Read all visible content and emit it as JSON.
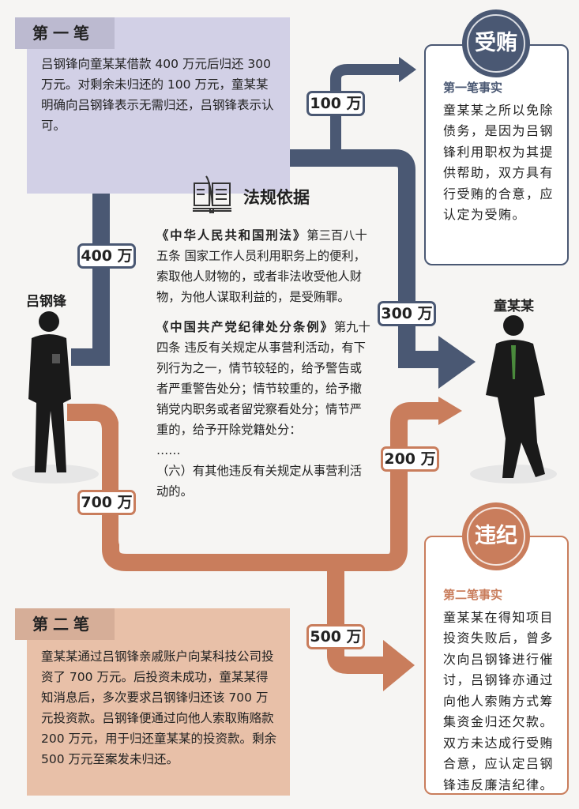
{
  "case1": {
    "tab": "第一笔",
    "text": "吕钢锋向童某某借款 400 万元后归还 300 万元。对剩余未归还的 100 万元，童某某明确向吕钢锋表示无需归还，吕钢锋表示认可。"
  },
  "case2": {
    "tab": "第二笔",
    "text": "童某某通过吕钢锋亲戚账户向某科技公司投资了 700 万元。后投资未成功，童某某得知消息后，多次要求吕钢锋归还该 700 万元投资款。吕钢锋便通过向他人索取贿赂款 200 万元，用于归还童某某的投资款。剩余 500 万元至案发未归还。"
  },
  "fact1": {
    "badge": "受贿",
    "title": "第一笔事实",
    "text": "童某某之所以免除债务，是因为吕钢锋利用职权为其提供帮助，双方具有行受贿的合意，应认定为受贿。"
  },
  "fact2": {
    "badge": "违纪",
    "title": "第二笔事实",
    "text": "童某某在得知项目投资失败后，曾多次向吕钢锋进行催讨，吕钢锋亦通过向他人索贿方式筹集资金归还欠款。双方未达成行受贿合意，应认定吕钢锋违反廉洁纪律。"
  },
  "amounts": {
    "a100": "100 万",
    "a400": "400 万",
    "a300": "300 万",
    "a200": "200 万",
    "a700": "700 万",
    "a500": "500 万"
  },
  "people": {
    "left": "吕钢锋",
    "right": "童某某"
  },
  "law": {
    "title": "法规依据",
    "icon": "book-icon",
    "p1_title": "《中华人民共和国刑法》",
    "p1_text": "第三百八十五条 国家工作人员利用职务上的便利，索取他人财物的，或者非法收受他人财物，为他人谋取利益的，是受贿罪。",
    "p2_title": "《中国共产党纪律处分条例》",
    "p2_text": "第九十四条 违反有关规定从事营利活动，有下列行为之一，情节较轻的，给予警告或者严重警告处分；情节较重的，给予撤销党内职务或者留党察看处分；情节严重的，给予开除党籍处分：",
    "ellipsis": "……",
    "p3_text": "（六）有其他违反有关规定从事营利活动的。"
  },
  "colors": {
    "navy": "#4a5873",
    "orange": "#c97d5c",
    "case1_bg": "#d2d0e6",
    "case2_bg": "#e8c0a8"
  }
}
